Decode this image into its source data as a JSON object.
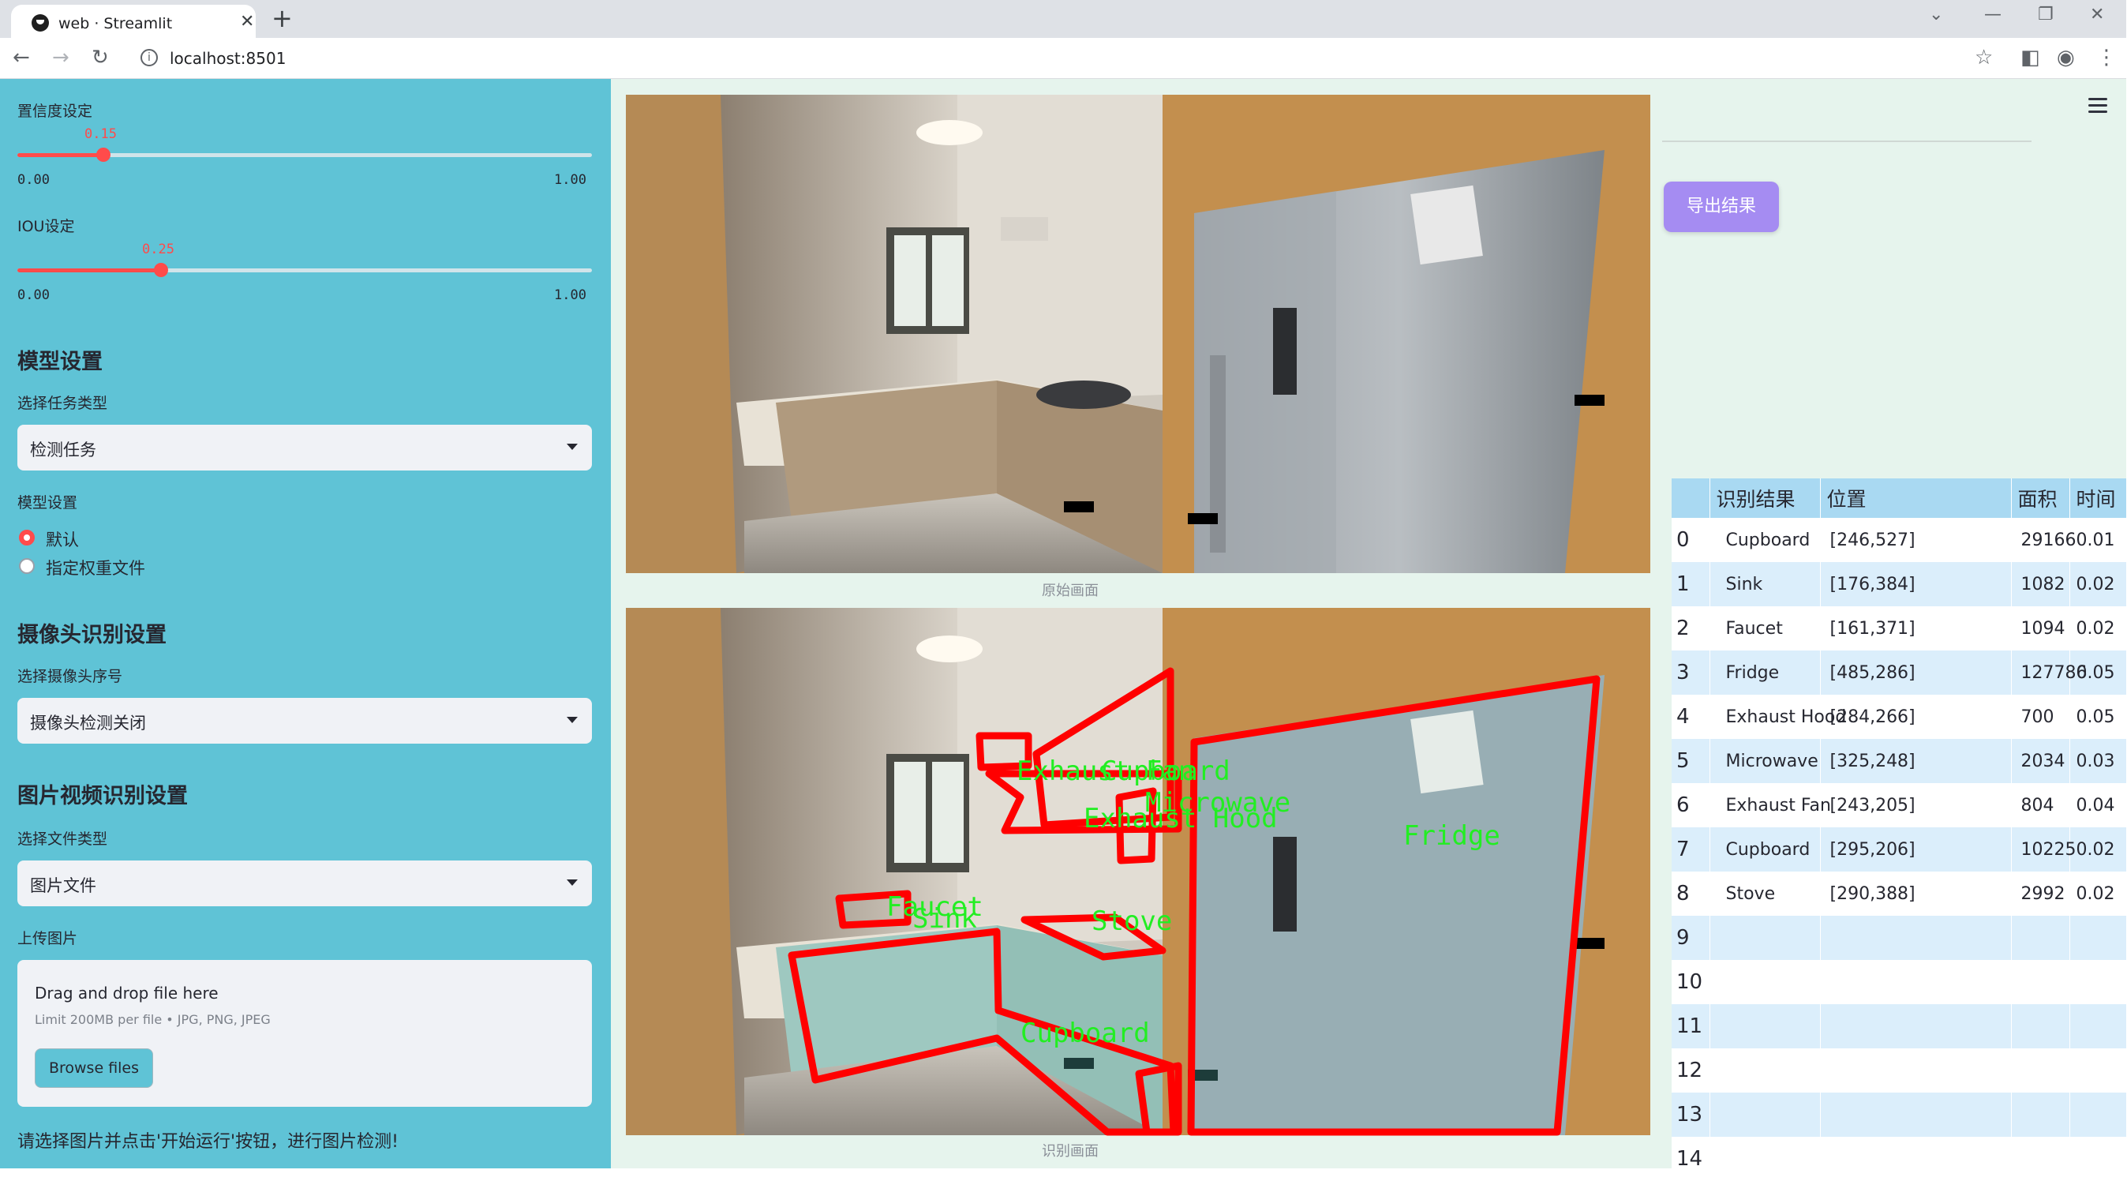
{
  "browser": {
    "tab_title": "web · Streamlit",
    "new_tab": "+",
    "url": "localhost:8501"
  },
  "sidebar": {
    "confidence_label": "置信度设定",
    "confidence_value": "0.15",
    "confidence_fraction": 0.15,
    "iou_label": "IOU设定",
    "iou_value": "0.25",
    "iou_fraction": 0.25,
    "slider_min": "0.00",
    "slider_max": "1.00",
    "model_section": "模型设置",
    "task_type_label": "选择任务类型",
    "task_type_value": "检测任务",
    "model_setting_label": "模型设置",
    "radio_default": "默认",
    "radio_custom": "指定权重文件",
    "camera_section": "摄像头识别设置",
    "camera_label": "选择摄像头序号",
    "camera_value": "摄像头检测关闭",
    "media_section": "图片视频识别设置",
    "file_type_label": "选择文件类型",
    "file_type_value": "图片文件",
    "upload_label": "上传图片",
    "upload_title": "Drag and drop file here",
    "upload_limit": "Limit 200MB per file • JPG, PNG, JPEG",
    "browse_button": "Browse files",
    "hint": "请选择图片并点击'开始运行'按钮，进行图片检测!"
  },
  "main": {
    "caption_original": "原始画面",
    "caption_detected": "识别画面",
    "export_button": "导出结果",
    "detection_labels": [
      "Exhaust Fan",
      "Cupboard",
      "Microwave",
      "Exhaust Hood",
      "Fridge",
      "Faucet",
      "Sink",
      "Stove",
      "Cupboard"
    ]
  },
  "colors": {
    "sidebar_bg": "#5fc3d6",
    "main_bg": "#e6f4ed",
    "accent": "#ff4b4b",
    "export_button": "#a58cf2",
    "table_header": "#a9d9f2",
    "detection_box": "#ff0000",
    "detection_text": "#22ee22"
  },
  "table": {
    "headers": [
      "",
      "识别结果",
      "位置",
      "面积",
      "时间"
    ],
    "rows": [
      {
        "idx": "0",
        "name": "Cupboard",
        "pos": "[246,527]",
        "area": "29166",
        "time": "0.01"
      },
      {
        "idx": "1",
        "name": "Sink",
        "pos": "[176,384]",
        "area": "1082",
        "time": "0.02"
      },
      {
        "idx": "2",
        "name": "Faucet",
        "pos": "[161,371]",
        "area": "1094",
        "time": "0.02"
      },
      {
        "idx": "3",
        "name": "Fridge",
        "pos": "[485,286]",
        "area": "127786",
        "time": "0.05"
      },
      {
        "idx": "4",
        "name": "Exhaust Hood",
        "pos": "[284,266]",
        "area": "700",
        "time": "0.05"
      },
      {
        "idx": "5",
        "name": "Microwave",
        "pos": "[325,248]",
        "area": "2034",
        "time": "0.03"
      },
      {
        "idx": "6",
        "name": "Exhaust Fan",
        "pos": "[243,205]",
        "area": "804",
        "time": "0.04"
      },
      {
        "idx": "7",
        "name": "Cupboard",
        "pos": "[295,206]",
        "area": "10225",
        "time": "0.02"
      },
      {
        "idx": "8",
        "name": "Stove",
        "pos": "[290,388]",
        "area": "2992",
        "time": "0.02"
      },
      {
        "idx": "9",
        "name": "",
        "pos": "",
        "area": "",
        "time": ""
      },
      {
        "idx": "10",
        "name": "",
        "pos": "",
        "area": "",
        "time": ""
      },
      {
        "idx": "11",
        "name": "",
        "pos": "",
        "area": "",
        "time": ""
      },
      {
        "idx": "12",
        "name": "",
        "pos": "",
        "area": "",
        "time": ""
      },
      {
        "idx": "13",
        "name": "",
        "pos": "",
        "area": "",
        "time": ""
      },
      {
        "idx": "14",
        "name": "",
        "pos": "",
        "area": "",
        "time": ""
      }
    ]
  }
}
